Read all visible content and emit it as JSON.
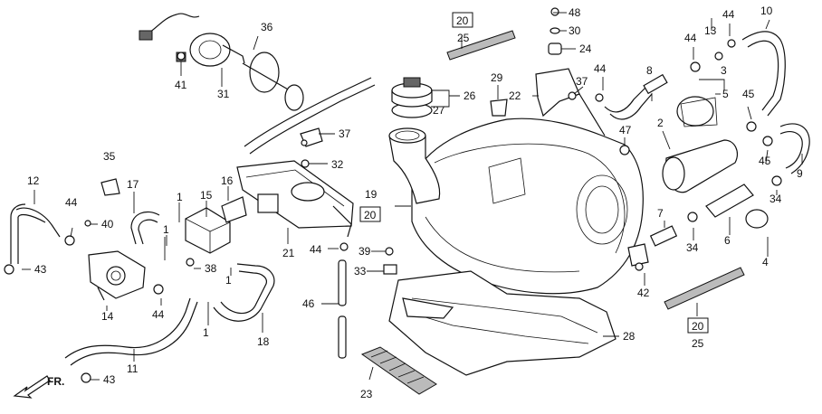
{
  "callouts": {
    "c1a": "1",
    "c1b": "1",
    "c1c": "1",
    "c1d": "1",
    "c2": "2",
    "c3": "3",
    "c4": "4",
    "c5": "5",
    "c6": "6",
    "c7": "7",
    "c8": "8",
    "c9": "9",
    "c10": "10",
    "c11": "11",
    "c12": "12",
    "c13": "13",
    "c14": "14",
    "c15": "15",
    "c16": "16",
    "c17": "17",
    "c18": "18",
    "c19": "19",
    "c21": "21",
    "c22": "22",
    "c23": "23",
    "c24": "24",
    "c25a": "25",
    "c25b": "25",
    "c26": "26",
    "c27": "27",
    "c28": "28",
    "c29": "29",
    "c30": "30",
    "c31": "31",
    "c32": "32",
    "c33": "33",
    "c34a": "34",
    "c34b": "34",
    "c35": "35",
    "c36": "36",
    "c37a": "37",
    "c37b": "37",
    "c38": "38",
    "c39": "39",
    "c40": "40",
    "c41": "41",
    "c42": "42",
    "c43a": "43",
    "c43b": "43",
    "c44a": "44",
    "c44b": "44",
    "c44c": "44",
    "c44d": "44",
    "c44e": "44",
    "c44f": "44",
    "c45a": "45",
    "c45b": "45",
    "c46": "46",
    "c47": "47",
    "c48": "48"
  },
  "boxed_refs": {
    "b20a": "20",
    "b20b": "20",
    "b20c": "20"
  },
  "front_arrow": "FR."
}
